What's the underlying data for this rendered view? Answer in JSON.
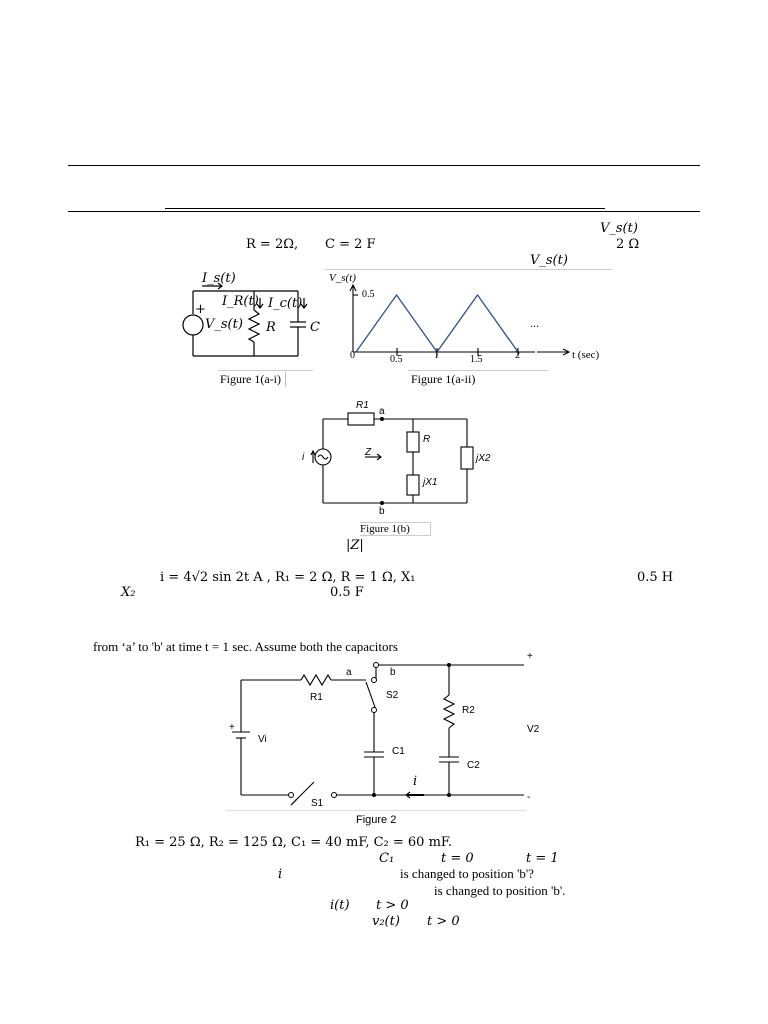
{
  "problem1": {
    "vs_t_label": "V_s(t)",
    "two_ohm": "2 Ω",
    "r_value": "R = 2Ω,",
    "c_value": "C = 2 F",
    "vs_t_label2": "V_s(t)",
    "figure_a_i": {
      "caption": "Figure 1(a-i)",
      "is_label": "I_s(t)",
      "ir_label": "I_R(t)",
      "ic_label": "I_c(t)",
      "plus": "+",
      "vs_label": "V_s(t)",
      "r_label": "R",
      "c_label": "C"
    },
    "figure_a_ii": {
      "caption": "Figure 1(a-ii)",
      "y_label": "V_s(t)",
      "y_tick": "0.5",
      "x_ticks": [
        "0",
        "0.5",
        "1",
        "1.5",
        "2"
      ],
      "x_label": "t (sec)",
      "ellipsis": "..."
    },
    "figure_b": {
      "caption": "Figure 1(b)",
      "r1": "R1",
      "node_a": "a",
      "node_b": "b",
      "r": "R",
      "jx1": "jX1",
      "jx2": "jX2",
      "z": "Z",
      "i": "i"
    },
    "z_abs": "|Z|",
    "given": "i = 4√2 sin 2t A , R₁ = 2 Ω, R = 1 Ω, X₁",
    "half_henry": "0.5 H",
    "x2": "X₂",
    "half_farad": "0.5 F"
  },
  "problem2": {
    "intro": "from ‘a’ to 'b' at time t = 1 sec. Assume both the capacitors",
    "figure": {
      "caption": "Figure 2",
      "a": "a",
      "b": "b",
      "r1": "R1",
      "s2": "S2",
      "r2": "R2",
      "vi": "Vi",
      "plus_vi": "+",
      "c1": "C1",
      "c2": "C2",
      "v2": "V2",
      "plus": "+",
      "minus": "-",
      "i": "i",
      "s1": "S1"
    },
    "given": "R₁ = 25 Ω, R₂ = 125 Ω, C₁ = 40 mF, C₂ = 60 mF.",
    "c1_sym": "C₁",
    "t0": "t = 0",
    "t1": "t = 1",
    "i_sym": "i",
    "q_a": "is changed to position 'b'?",
    "q_b": "is changed to position 'b'.",
    "it": "i(t)",
    "tgt0a": "t > 0",
    "v2t": "v₂(t)",
    "tgt0b": "t > 0"
  }
}
